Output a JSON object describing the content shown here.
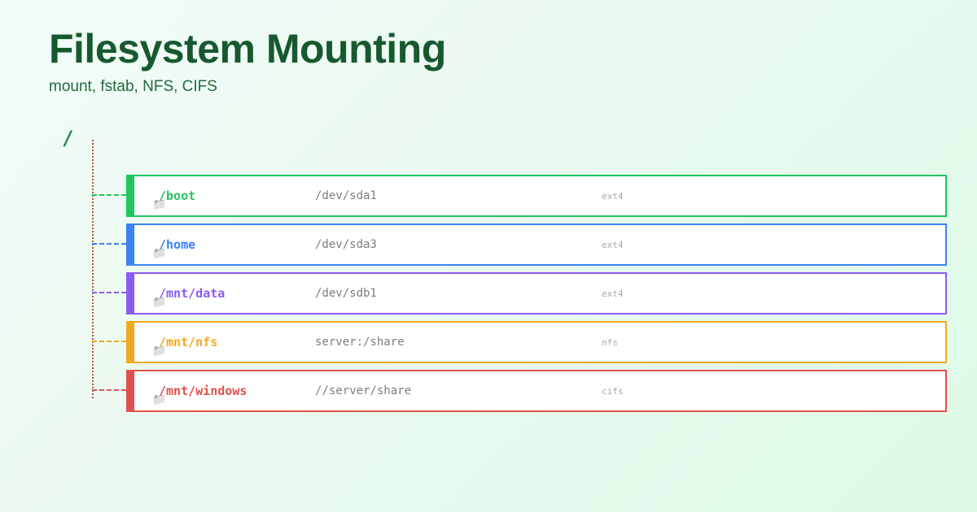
{
  "header": {
    "title": "Filesystem Mounting",
    "subtitle": "mount, fstab, NFS, CIFS",
    "title_color": "#17592f",
    "subtitle_color": "#226b3d"
  },
  "tree": {
    "root_label": "/",
    "root_color": "#1f8a4c",
    "trunk_color": "#b4543a",
    "folder_icon": "📁"
  },
  "mounts": [
    {
      "mount_point": "/boot",
      "device": "/dev/sda1",
      "fstype": "ext4",
      "color": "#22c55e"
    },
    {
      "mount_point": "/home",
      "device": "/dev/sda3",
      "fstype": "ext4",
      "color": "#3b82f6"
    },
    {
      "mount_point": "/mnt/data",
      "device": "/dev/sdb1",
      "fstype": "ext4",
      "color": "#8b5cf6"
    },
    {
      "mount_point": "/mnt/nfs",
      "device": "server:/share",
      "fstype": "nfs",
      "color": "#f0a91f"
    },
    {
      "mount_point": "/mnt/windows",
      "device": "//server/share",
      "fstype": "cifs",
      "color": "#e0504f"
    }
  ]
}
